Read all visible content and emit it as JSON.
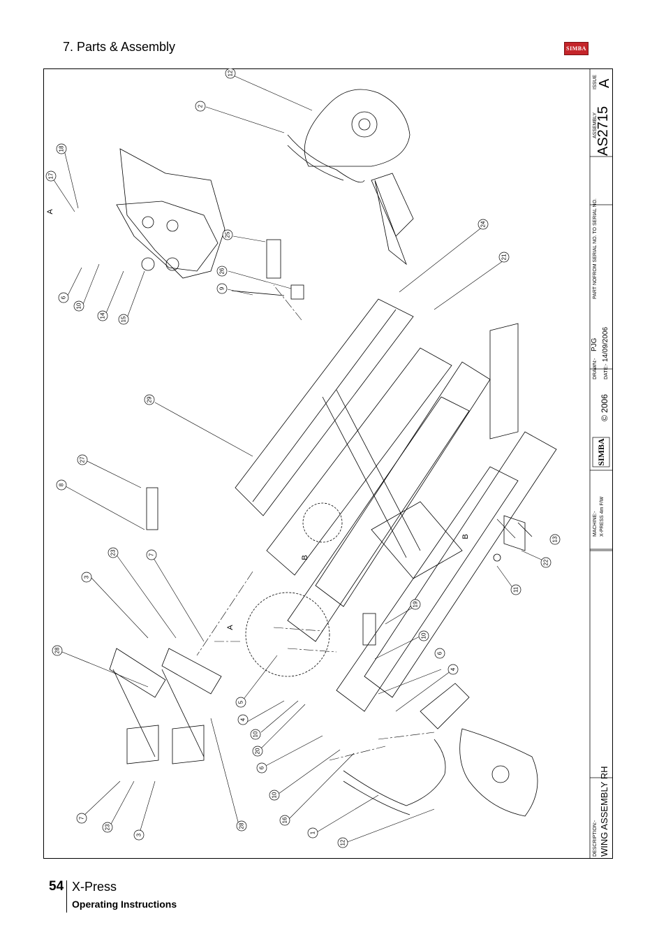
{
  "header": {
    "section_title": "7. Parts & Assembly",
    "brand_badge": "SIMBA"
  },
  "footer": {
    "page_number": "54",
    "product": "X-Press",
    "manual_type": "Operating Instructions"
  },
  "title_block": {
    "issue_label": "ISSUE",
    "issue_value": "A",
    "assembly_label": "ASSEMBLY",
    "assembly_number": "AS2715",
    "serial_label": "FROM SERIAL NO. TO SERIAL NO.",
    "part_no_label": "PART NO.",
    "drawn_label": "DRAWN:-",
    "drawn_value": "PJG",
    "date_label": "DATE:-",
    "date_value": "14/09/2006",
    "copyright": "© 2006",
    "logo_text": "SIMBA",
    "machine_label": "MACHINE:-",
    "machine_value": "X-PRESS 4m F/W",
    "description_label": "DESCRIPTION:-",
    "description_value": "WING ASSEMBLY RH"
  },
  "detail_labels": {
    "a": "A",
    "b": "B"
  },
  "callouts": {
    "c1": "1",
    "c2": "2",
    "c3": "3",
    "c4": "4",
    "c5": "5",
    "c6": "6",
    "c7": "7",
    "c8": "8",
    "c9": "9",
    "c10": "10",
    "c11": "11",
    "c12": "12",
    "c13": "13",
    "c14": "14",
    "c15": "15",
    "c16": "16",
    "c17": "17",
    "c18": "18",
    "c19": "19",
    "c20": "20",
    "c21": "21",
    "c22": "22",
    "c23": "23",
    "c24": "24",
    "c25": "25",
    "c26": "26",
    "c27": "27",
    "c28": "28",
    "c29": "29"
  }
}
